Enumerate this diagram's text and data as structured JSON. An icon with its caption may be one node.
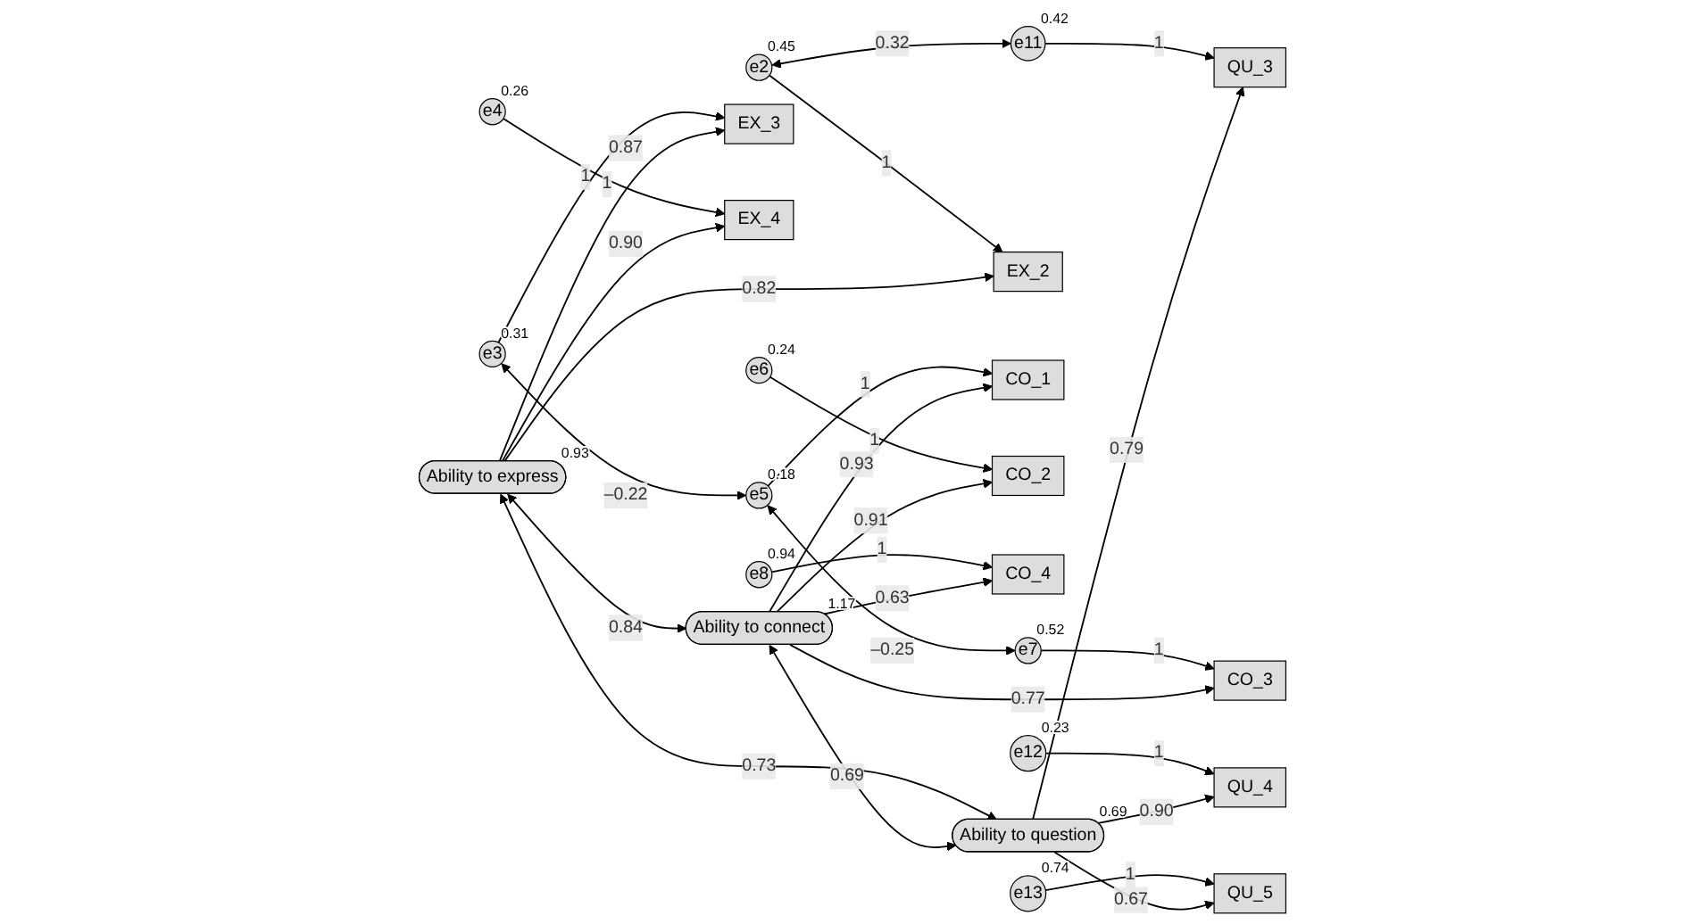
{
  "diagram": {
    "nodes": [
      {
        "text": [
          "Ability to express"
        ],
        "beside": [
          "0.93"
        ]
      },
      {
        "text": [
          "Ability to connect"
        ],
        "beside": [
          "1.17"
        ]
      },
      {
        "text": [
          "Ability to question"
        ],
        "beside": [
          "0.69"
        ]
      },
      {
        "text": [
          "EX_2"
        ]
      },
      {
        "text": [
          "EX_3"
        ]
      },
      {
        "text": [
          "EX_4"
        ]
      },
      {
        "text": [
          "CO_1"
        ]
      },
      {
        "text": [
          "CO_2"
        ]
      },
      {
        "text": [
          "CO_3"
        ]
      },
      {
        "text": [
          "CO_4"
        ]
      },
      {
        "text": [
          "QU_3"
        ]
      },
      {
        "text": [
          "QU_4"
        ]
      },
      {
        "text": [
          "QU_5"
        ]
      },
      {
        "text": [
          "e2"
        ],
        "beside": [
          "0.45"
        ]
      },
      {
        "text": [
          "e3"
        ],
        "beside": [
          "0.31"
        ]
      },
      {
        "text": [
          "e4"
        ],
        "beside": [
          "0.26"
        ]
      },
      {
        "text": [
          "e5"
        ],
        "beside": [
          "0.18"
        ]
      },
      {
        "text": [
          "e6"
        ],
        "beside": [
          "0.24"
        ]
      },
      {
        "text": [
          "e7"
        ],
        "beside": [
          "0.52"
        ]
      },
      {
        "text": [
          "e8"
        ],
        "beside": [
          "0.94"
        ]
      },
      {
        "text": [
          "e11"
        ],
        "beside": [
          "0.42"
        ]
      },
      {
        "text": [
          "e12"
        ],
        "beside": [
          "0.23"
        ]
      },
      {
        "text": [
          "e13"
        ],
        "beside": [
          "0.74"
        ]
      }
    ],
    "edges": [
      {
        "from": 0,
        "to": 3,
        "arrow": "to",
        "label": "0.82"
      },
      {
        "from": 0,
        "to": 4,
        "arrow": "to",
        "label": "0.87"
      },
      {
        "from": 0,
        "to": 5,
        "arrow": "to",
        "label": "0.90"
      },
      {
        "from": 1,
        "to": 6,
        "arrow": "to",
        "label": "0.93"
      },
      {
        "from": 1,
        "to": 7,
        "arrow": "to",
        "label": "0.91"
      },
      {
        "from": 1,
        "to": 8,
        "arrow": "to",
        "label": "0.77"
      },
      {
        "from": 1,
        "to": 9,
        "arrow": "to",
        "label": "0.63"
      },
      {
        "from": 2,
        "to": 10,
        "arrow": "to",
        "label": "0.79"
      },
      {
        "from": 2,
        "to": 11,
        "arrow": "to",
        "label": "0.90"
      },
      {
        "from": 2,
        "to": 12,
        "arrow": "to",
        "label": "0.67"
      },
      {
        "from": 13,
        "to": 3,
        "arrow": "to",
        "label": "1"
      },
      {
        "from": 14,
        "to": 4,
        "arrow": "to",
        "label": "1"
      },
      {
        "from": 15,
        "to": 5,
        "arrow": "to",
        "label": "1"
      },
      {
        "from": 16,
        "to": 6,
        "arrow": "to",
        "label": "1"
      },
      {
        "from": 17,
        "to": 7,
        "arrow": "to",
        "label": "1"
      },
      {
        "from": 18,
        "to": 8,
        "arrow": "to",
        "label": "1"
      },
      {
        "from": 19,
        "to": 9,
        "arrow": "to",
        "label": "1"
      },
      {
        "from": 20,
        "to": 10,
        "arrow": "to",
        "label": "1"
      },
      {
        "from": 21,
        "to": 11,
        "arrow": "to",
        "label": "1"
      },
      {
        "from": 22,
        "to": 12,
        "arrow": "to",
        "label": "1"
      },
      {
        "from": 0,
        "to": 1,
        "arrow": "both",
        "label": "0.84"
      },
      {
        "from": 1,
        "to": 2,
        "arrow": "both",
        "label": "0.69"
      },
      {
        "from": 0,
        "to": 2,
        "arrow": "both",
        "label": "0.73"
      },
      {
        "from": 14,
        "to": 16,
        "arrow": "both",
        "label": "–0.22"
      },
      {
        "from": 16,
        "to": 18,
        "arrow": "both",
        "label": "–0.25"
      },
      {
        "from": 13,
        "to": 20,
        "arrow": "both",
        "label": "0.32"
      }
    ]
  }
}
